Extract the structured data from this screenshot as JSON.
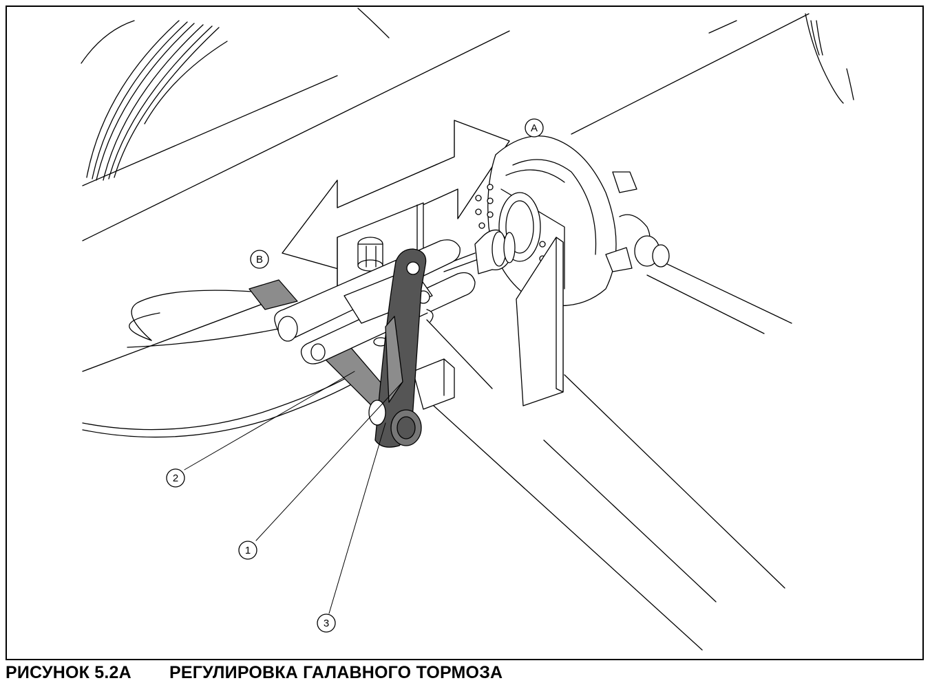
{
  "caption": {
    "number": "РИСУНОК 5.2А",
    "title": "РЕГУЛИРОВКА ГАЛАВНОГО ТОРМОЗА"
  },
  "callouts": [
    {
      "id": "callout-a",
      "label": "A"
    },
    {
      "id": "callout-b",
      "label": "B"
    },
    {
      "id": "callout-1",
      "label": "1"
    },
    {
      "id": "callout-2",
      "label": "2"
    },
    {
      "id": "callout-3",
      "label": "3"
    }
  ],
  "colors": {
    "line": "#000000",
    "shade": "#8c8c8c",
    "dark": "#555555",
    "fill": "#ffffff"
  }
}
